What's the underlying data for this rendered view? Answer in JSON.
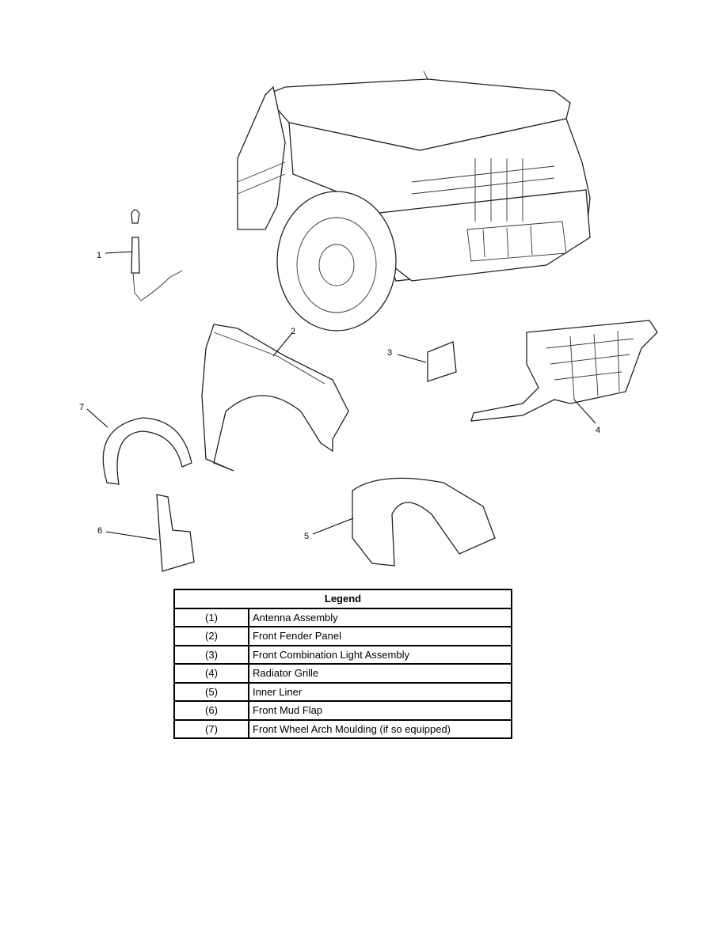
{
  "callouts": [
    "1",
    "2",
    "3",
    "4",
    "5",
    "6",
    "7"
  ],
  "legend": {
    "title": "Legend",
    "rows": [
      {
        "num": "(1)",
        "name": "Antenna Assembly"
      },
      {
        "num": "(2)",
        "name": "Front Fender Panel"
      },
      {
        "num": "(3)",
        "name": "Front Combination Light Assembly"
      },
      {
        "num": "(4)",
        "name": "Radiator Grille"
      },
      {
        "num": "(5)",
        "name": "Inner Liner"
      },
      {
        "num": "(6)",
        "name": "Front Mud Flap"
      },
      {
        "num": "(7)",
        "name": "Front Wheel Arch Moulding (if so equipped)"
      }
    ]
  }
}
